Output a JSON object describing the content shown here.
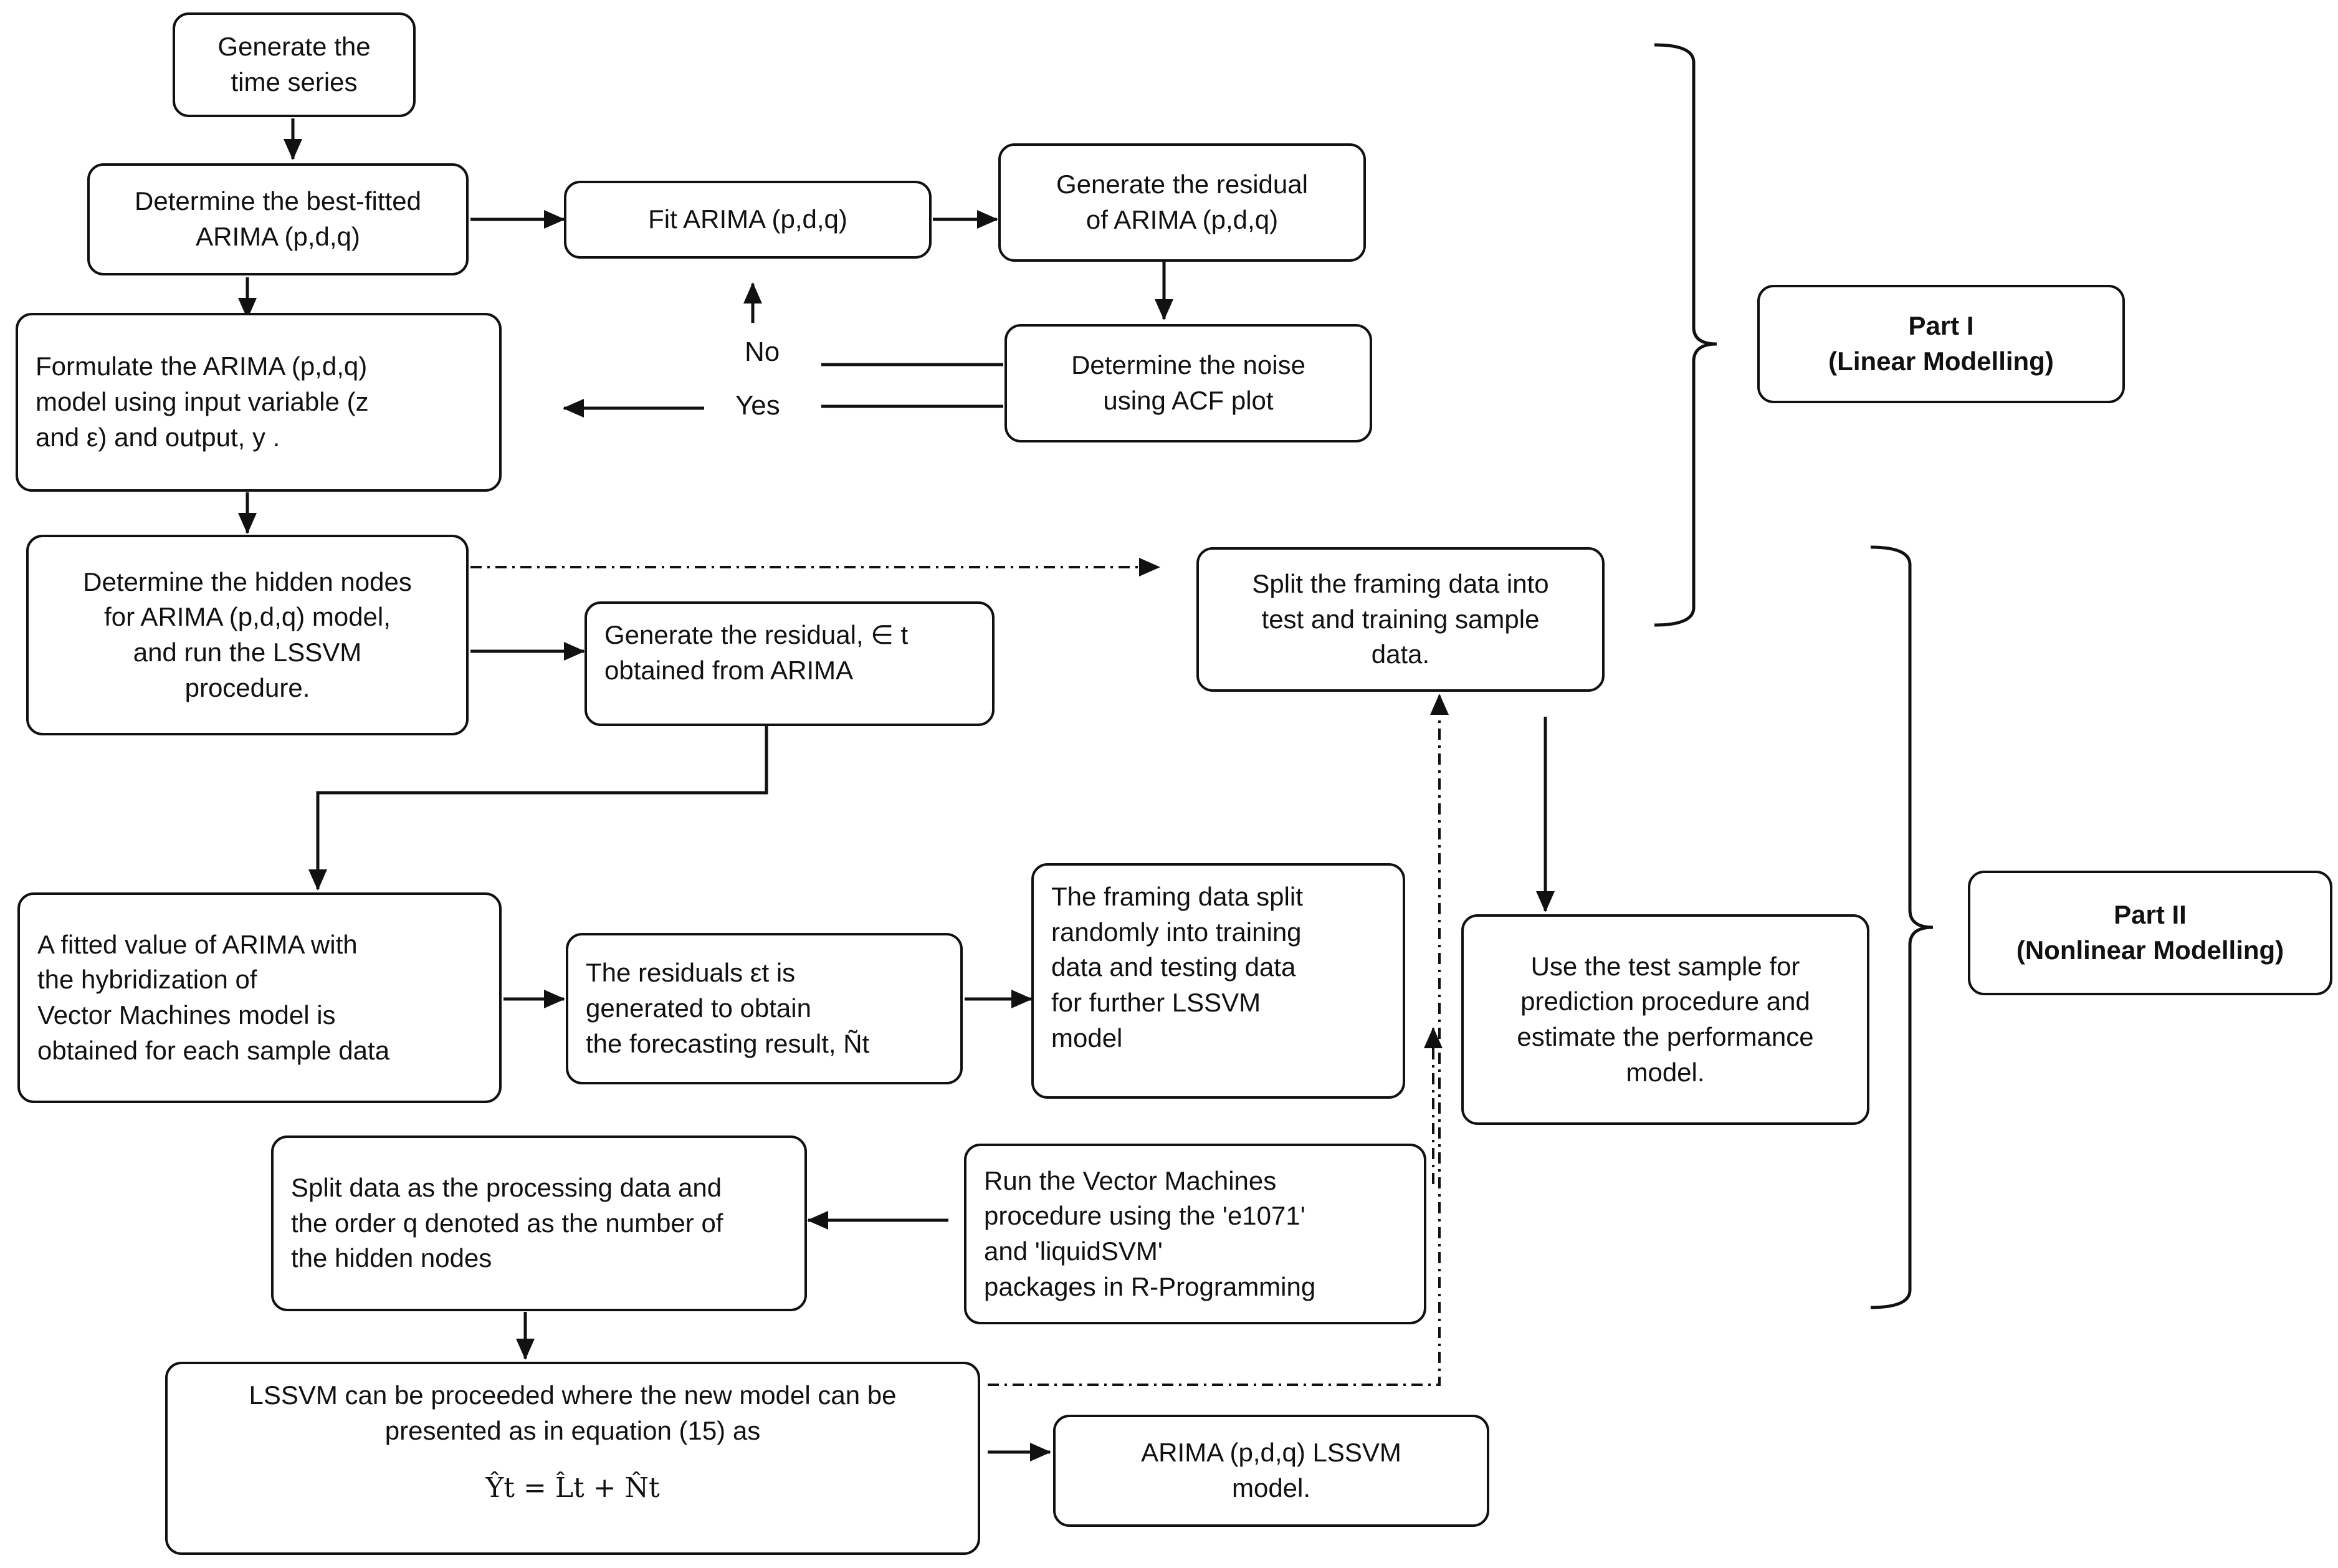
{
  "nodes": {
    "generate_series": [
      "Generate the",
      "time series"
    ],
    "best_fitted": [
      "Determine the best-fitted",
      "ARIMA (p,d,q)"
    ],
    "fit_arima": [
      "Fit ARIMA (p,d,q)"
    ],
    "gen_residual_arima": [
      "Generate the residual",
      "of ARIMA (p,d,q)"
    ],
    "noise_acf": [
      "Determine the noise",
      "using ACF plot"
    ],
    "formulate": [
      "Formulate the ARIMA (p,d,q)",
      "model using input variable (z",
      "and ε) and output, y ."
    ],
    "hidden_nodes": [
      "Determine the hidden nodes",
      "for ARIMA (p,d,q) model,",
      "and run the LSSVM",
      "procedure."
    ],
    "gen_residual_eps": [
      "Generate the residual,  ∈ t",
      "obtained from ARIMA"
    ],
    "split_framing": [
      "Split the framing data into",
      "test and training sample",
      "data."
    ],
    "fitted_value": [
      "A fitted value of ARIMA with",
      "the hybridization of",
      "Vector Machines model is",
      "obtained for each sample data"
    ],
    "residuals_eps": [
      "The residuals εt is",
      "generated to obtain",
      "the forecasting result, Ñt"
    ],
    "framing_split": [
      "The framing data split",
      "randomly into training",
      "data and testing data",
      "for further LSSVM",
      "model"
    ],
    "use_test": [
      "Use the test sample for",
      "prediction procedure and",
      "estimate the performance",
      "model."
    ],
    "split_processing": [
      "Split data as the processing data and",
      "the order q denoted as the number of",
      "the hidden nodes"
    ],
    "run_vm": [
      "Run the Vector Machines",
      "procedure using the 'e1071'",
      "and 'liquidSVM'",
      "packages in R-Programming"
    ],
    "lssvm_proceeded": [
      "LSSVM can be proceeded where the new model can be",
      "presented as in equation (15) as"
    ],
    "equation": "Ŷt = L̂t + N̂t",
    "arima_lssvm": [
      "ARIMA (p,d,q) LSSVM",
      "model."
    ]
  },
  "parts": {
    "part1": [
      "Part I",
      "(Linear Modelling)"
    ],
    "part2": [
      "Part II",
      "(Nonlinear Modelling)"
    ]
  },
  "decisions": {
    "no": "No",
    "yes": "Yes"
  }
}
